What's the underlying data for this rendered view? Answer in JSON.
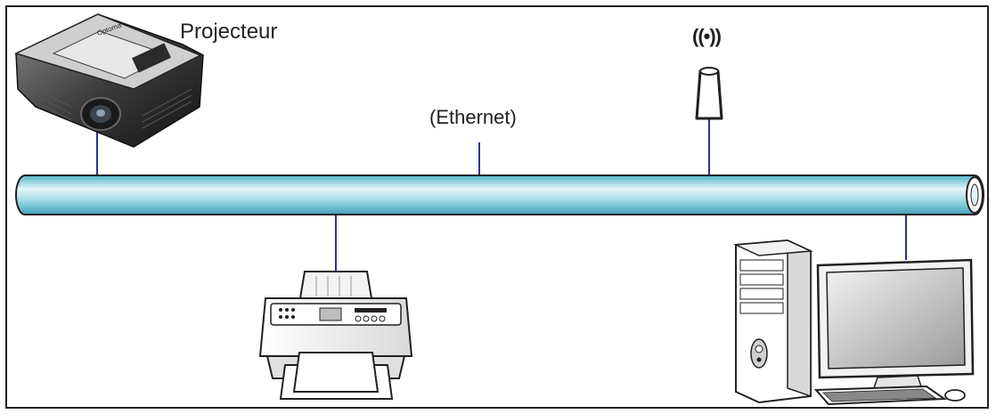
{
  "labels": {
    "projector": "Projecteur",
    "ethernet": "(Ethernet)",
    "projector_brand": "Optoma"
  },
  "icons": {
    "wireless_signal": "((•))"
  },
  "colors": {
    "cable_light": "#e6f7fa",
    "cable_mid": "#9fdbe6",
    "cable_dark": "#4fb3c7",
    "line": "#2e3192",
    "outline": "#231f20"
  }
}
